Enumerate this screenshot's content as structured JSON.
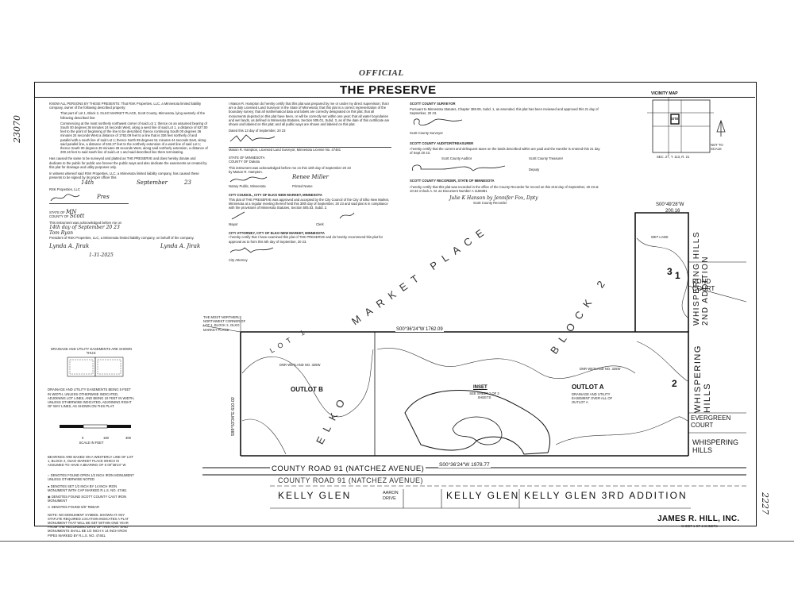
{
  "header": {
    "stamp": "OFFICIAL",
    "title": "THE PRESERVE",
    "vicinity_map": "VICINITY MAP",
    "doc_number_left": "23070",
    "doc_number_right": "2227"
  },
  "col1": {
    "intro": "KNOW ALL PERSONS BY THESE PRESENTS: That RSK Properties, LLC, a Minnesota limited liability company, owner of the following described property:",
    "parcel": "That part of Lot 1, Block 2, OLKO MARKET PLACE, Scott County, Minnesota, lying westerly of the following described line:",
    "legal": "Commencing at the most northerly northwest corner of said Lot 1; thence on an assumed bearing of South 00 degrees 36 minutes 24 seconds West, along a west line of said Lot 1, a distance of 627.00 feet to the point of beginning of the line to be described; thence continuing South 00 degrees 36 minutes 24 seconds West a distance of 1762.09 feet to a line that is 336 feet northerly of and parallel with a south line of said Lot 1; thence North 89 degrees 51 minutes 44 seconds East, along said parallel line, a distance of 634.27 feet to the northerly extension of a west line of said Lot 1; thence South 00 degrees 49 minutes 28 seconds West, along said northerly extension, a distance of 200.16 feet to said south line of said Lot 1 and said described line there terminating.",
    "dedication": "Has caused the same to be surveyed and platted as THE PRESERVE and does hereby donate and dedicate to the public for public use forever the public ways and also dedicate the easements as created by this plat for drainage and utility purposes only.",
    "witness": "In witness whereof said RSK Properties, LLC, a Minnesota limited liability company, has caused these presents to be signed by its proper officer this",
    "witness_day": "14th",
    "witness_month": "September",
    "witness_year": "23",
    "company": "RSK Properties, LLC",
    "signer_title": "Pres",
    "state_label": "STATE OF",
    "state": "MN",
    "county_label": "COUNTY OF",
    "county": "Scott",
    "ack": "This instrument was acknowledged before me on",
    "ack_date": "14th day of September 20 23",
    "ack_by": "Tom Ryan",
    "ack_role": "President of RSK Properties, LLC, a Minnesota limited liability company, on behalf of the company.",
    "notary_sig": "Lynda A. Jirak",
    "notary_name": "Lynda A. Jirak",
    "notary_exp": "1-31-2025"
  },
  "col2": {
    "cert": "I Mason R. Hampton do hereby certify that this plat was prepared by me or under my direct supervision; that I am a duly Licensed Land Surveyor in the State of Minnesota; that this plat is a correct representation of the boundary survey; that all mathematical data and labels are correctly designated on this plat; that all monuments depicted on this plat have been, or will be correctly set within one year; that all water boundaries and wet lands, as defined in Minnesota Statutes, Section 505.01, Subd. 3, as of the date of this certificate are shown and labeled on this plat; and all public ways are shown and labeled on this plat.",
    "dated": "Dated this 13 day of September, 20 23",
    "surveyor": "Mason R. Hampton, Licensed Land Surveyor, Minnesota License No. 47461",
    "state": "STATE OF MINNESOTA",
    "county": "COUNTY OF Dakota",
    "ack": "This instrument was acknowledged before me on this 13th day of September 20 23",
    "by": "by Mason R. Hampton.",
    "notary_name": "Renee Miller",
    "notary_label": "Notary Public, Minnesota",
    "printed": "Printed Name",
    "council_head": "CITY COUNCIL, CITY OF ELKO NEW MARKET, MINNESOTA",
    "council": "This plat of THE PRESERVE was approved and accepted by the City Council of the City of Elko New Market, Minnesota at a regular meeting thereof held this 30th day of September, 20 23 and said plat is in compliance with the provisions of Minnesota Statutes, Section 505.03, Subd. 2.",
    "mayor": "Mayor",
    "clerk": "Clerk",
    "attorney_head": "CITY ATTORNEY, CITY OF ELKO NEW MARKET, MINNESOTA",
    "attorney": "I hereby certify that I have examined this plat of THE PRESERVE and do hereby recommend this plat for approval as to form this 6th day of September, 20 23.",
    "attorney_label": "City Attorney"
  },
  "col3": {
    "surveyor_head": "SCOTT COUNTY SURVEYOR",
    "surveyor": "Pursuant to Minnesota Statutes, Chapter 389.09, Subd. 1, as amended, this plat has been reviewed and approved this 21 day of September, 20 23.",
    "surveyor_label": "Scott County Surveyor",
    "auditor_head": "SCOTT COUNTY AUDITOR/TREASURER",
    "auditor": "I hereby certify that the current and delinquent taxes on the lands described within are paid and the transfer is entered this 21 day of Sept 20 23.",
    "auditor_label": "Scott County Auditor",
    "treasurer_label": "Scott County Treasurer",
    "deputy": "Deputy",
    "recorder_head": "SCOTT COUNTY RECORDER, STATE OF MINNESOTA",
    "recorder": "I hereby certify that this plat was recorded in the office of the County Recorder for record on this 21st day of September, 20 23 at 10:43 o'clock A. M. as Document Number A 1158381",
    "recorder_sig": "Julie K Hanson by Jennifer Fox, Dpty",
    "recorder_label": "Scott County Recorder"
  },
  "vicinity": {
    "site": "SITE",
    "sec": "SEC. 27, T. 113, R. 21",
    "not_to_scale": "NOT TO SCALE"
  },
  "legend": {
    "easement_head": "DRAINAGE AND UTILITY EASEMENTS ARE SHOWN THUS:",
    "easement_text": "DRAINAGE AND UTILITY EASEMENTS BEING 5 FEET IN WIDTH, UNLESS OTHERWISE INDICATED, ADJOINING LOT LINES, AND BEING 10 FEET IN WIDTH, UNLESS OTHERWISE INDICATED, ADJOINING RIGHT OF WAY LINES, AS SHOWN ON THIS PLAT.",
    "scale_label": "SCALE IN FEET",
    "scale_ticks": [
      "0",
      "150",
      "300"
    ],
    "bearing_note": "BEARINGS ARE BASED ON A WESTERLY LINE OF LOT 1, BLOCK 2, OLKO MARKET PLACE WHICH IS ASSUMED TO HAVE A BEARING OF S 00°36'24\" W",
    "sym1": "DENOTES FOUND OPEN 1/2 INCH IRON MONUMENT UNLESS OTHERWISE NOTED",
    "sym2": "DENOTES SET 1/2 INCH BY 14 INCH IRON MONUMENT WITH CAP MARKED R.L.S. NO. 47461",
    "sym3": "DENOTES FOUND SCOTT COUNTY CAST IRON MONUMENT",
    "sym4": "DENOTES FOUND 5/8\" REBAR",
    "note": "NOTE: NO MONUMENT SYMBOL SHOWN AT ANY STATUTE REQUIRED LOCATION INDICATES A PLAT MONUMENT THAT WILL BE SET WITHIN ONE YEAR FROM THE RECORDING DATE OF THIS PLAT. SAID MONUMENTS SHALL BE 1/2 INCH X 14 INCH IRON PIPES MARKED BY R.L.S. NO. 47461."
  },
  "map": {
    "outlot_a": "OUTLOT A",
    "outlot_b": "OUTLOT B",
    "inset": "INSET",
    "inset_sub": "SEE SHEET 2 OF 2 SHEETS",
    "market_place": "MARKET PLACE",
    "elko": "ELKO",
    "block2": "BLOCK 2",
    "lot1": "LOT 1",
    "county_road_1": "COUNTY ROAD 91 (NATCHEZ AVENUE)",
    "county_road_2": "COUNTY ROAD 91 (NATCHEZ AVENUE)",
    "kelly_glen_1": "KELLY GLEN",
    "aaron": "AARON DRIVE",
    "kelly_glen_2": "KELLY GLEN",
    "kelly_glen_3": "KELLY GLEN 3RD ADDITION",
    "whispering_2nd": "WHISPERING HILLS 2ND ADDITION",
    "whispering_1": "WHISPERING HILLS",
    "whispering_2": "WHISPERING HILLS",
    "evergreen": "EVERGREEN COURT",
    "pond_court": "POND COURT",
    "bearing_top": "S00°36'24\"W 1762.09",
    "bearing_bottom": "S00°36'24\"W 1978.77",
    "bearing_right_top": "S00°49'28\"W",
    "dist_right_top": "200.16",
    "bearing_left": "S89°53'34\"E 610.02",
    "wetland1": "DNR WETLAND NO. 325W",
    "wetland2": "DNR WETLAND NO. 325W",
    "wet_land": "WET LAND",
    "lot1_label": "1",
    "lot2_label": "2",
    "lot3_label": "3",
    "outlot_a_note": "DRAINAGE AND UTILITY EASEMENT OVER ALL OF OUTLOT A",
    "corner_note": "THE MOST NORTHERLY NORTHWEST CORNER OF LOT 1, BLOCK 2, OLKO MARKET PLACE",
    "company": "JAMES R. HILL, INC.",
    "sheet": "SHEET 1 OF 2 SHEETS"
  }
}
